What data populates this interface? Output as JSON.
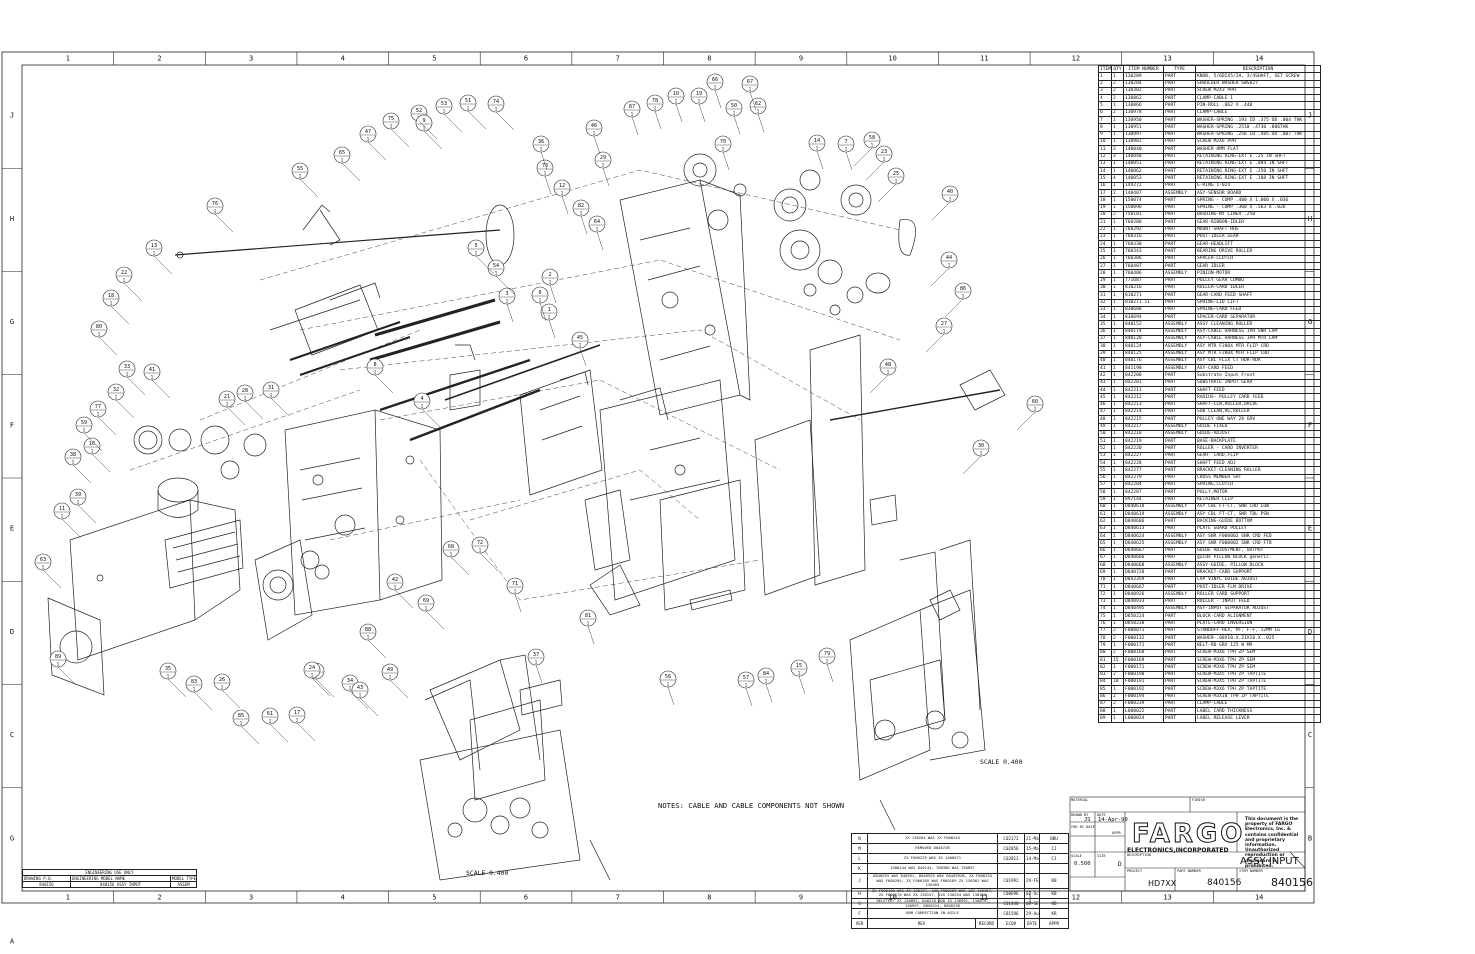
{
  "frame": {
    "columns_top": [
      "1",
      "2",
      "3",
      "4",
      "5",
      "6",
      "7",
      "8",
      "9",
      "10",
      "11",
      "12",
      "13",
      "14"
    ],
    "columns_bottom": [
      "1",
      "2",
      "3",
      "4",
      "5",
      "6",
      "7",
      "8",
      "9",
      "10",
      "11",
      "12",
      "13",
      "14"
    ],
    "rows_left": [
      "J",
      "H",
      "G",
      "F",
      "E",
      "D",
      "C",
      "G",
      "A"
    ],
    "rows_right": [
      "J",
      "H",
      "G",
      "F",
      "E",
      "D",
      "C",
      "B"
    ]
  },
  "notes": "NOTES: CABLE AND CABLE COMPONENTS NOT SHOWN",
  "scale_left": "SCALE 0.400",
  "scale_right": "SCALE 0.400",
  "callouts": [
    "76",
    "73",
    "13",
    "22",
    "18",
    "80",
    "33",
    "41",
    "32",
    "77",
    "59",
    "16",
    "38",
    "39",
    "11",
    "63",
    "89",
    "35",
    "83",
    "26",
    "85",
    "61",
    "17",
    "21",
    "28",
    "31",
    "20",
    "34",
    "47",
    "75",
    "55",
    "65",
    "52",
    "53",
    "51",
    "74",
    "36",
    "12",
    "82",
    "64",
    "5",
    "54",
    "9",
    "3",
    "4",
    "8",
    "2",
    "1",
    "6",
    "45",
    "72",
    "71",
    "37",
    "81",
    "56",
    "46",
    "29",
    "87",
    "78",
    "10",
    "19",
    "66",
    "67",
    "62",
    "50",
    "70",
    "57",
    "84",
    "15",
    "79",
    "48",
    "25",
    "23",
    "58",
    "7",
    "14",
    "44",
    "86",
    "27",
    "40",
    "30",
    "60",
    "49",
    "88",
    "42",
    "43",
    "24",
    "68",
    "69"
  ],
  "bom": {
    "headers": [
      "ITEM",
      "QTY",
      "ITEM NUMBER",
      "TYPE",
      "DESCRIPTION"
    ],
    "rows": [
      [
        "1",
        "1",
        "130209",
        "PART",
        "KNOB, 5/6DIX5/2H, 3/4SHAFT, SET SCREW"
      ],
      [
        "2",
        "2",
        "130284",
        "PART",
        "SHOULDER WASHER SWS827"
      ],
      [
        "3",
        "2",
        "130302",
        "PART",
        "SCREW M2X3 PPH"
      ],
      [
        "4",
        "2",
        "130862",
        "PART",
        "CLAMP-CABLE 1"
      ],
      [
        "5",
        "1",
        "130866",
        "PART",
        "PIN-ROLL .062 X .440"
      ],
      [
        "6",
        "2",
        "130978",
        "PART",
        "CLAMP-CABLE"
      ],
      [
        "7",
        "1",
        "130950",
        "PART",
        "WASHER-SPRING .193 ID .375 OD .004 THK"
      ],
      [
        "8",
        "1",
        "130951",
        "PART",
        "WASHER-SPRING .2510 .4730 .006THK"
      ],
      [
        "9",
        "1",
        "130997",
        "PART",
        "WASHER-SPRING .256 ID .485 OD .007 THK"
      ],
      [
        "10",
        "1",
        "130982",
        "PART",
        "SCREW M2X6 PPH"
      ],
      [
        "11",
        "3",
        "140040",
        "PART",
        "WASHER 8MM FLAT"
      ],
      [
        "12",
        "3",
        "140048",
        "PART",
        "RETAINING RING-EXT E .25 IN SHFT"
      ],
      [
        "13",
        "1",
        "140051",
        "PART",
        "RETAINING RING-EXT E .094 IN SHFT"
      ],
      [
        "14",
        "1",
        "140062",
        "PART",
        "RETAINING RING-EXT E .250 IN SHFT"
      ],
      [
        "15",
        "4",
        "140053",
        "PART",
        "RETAINING RING-EXT E .188 IN SHFT"
      ],
      [
        "16",
        "1",
        "149272",
        "PART",
        "E-RING 1-024"
      ],
      [
        "17",
        "2",
        "140407",
        "ASSEMBLY",
        "ASY-SENSOR BOARD"
      ],
      [
        "18",
        "1",
        "150074",
        "PART",
        "SPRING - COMP .480 X 1.000 X .036"
      ],
      [
        "19",
        "1",
        "150096",
        "PART",
        "SPRING - COMP .360 X .563 X .026"
      ],
      [
        "20",
        "2",
        "750181",
        "PART",
        "BUSHING-NY LINER .250"
      ],
      [
        "21",
        "1",
        "760288",
        "PART",
        "GEAR-RIBBON-IDLER"
      ],
      [
        "22",
        "1",
        "760292",
        "PART",
        "MOUNT-SHAFT RHS"
      ],
      [
        "23",
        "1",
        "760316",
        "PART",
        "POST-IDLER GEAR"
      ],
      [
        "24",
        "1",
        "760330",
        "PART",
        "GEAR-HEADLIFT"
      ],
      [
        "25",
        "1",
        "760343",
        "PART",
        "BEARING DRIVE ROLLER"
      ],
      [
        "26",
        "1",
        "760386",
        "PART",
        "SPACER-CLUTCH"
      ],
      [
        "27",
        "1",
        "760407",
        "PART",
        "GEAR IDLER"
      ],
      [
        "28",
        "1",
        "760406",
        "ASSEMBLY",
        "PINION-MOTOR"
      ],
      [
        "29",
        "1",
        "771687",
        "PART",
        "PULLEY GEAR COMBO"
      ],
      [
        "30",
        "1",
        "810216",
        "PART",
        "ROLLER-CARD IDLER"
      ],
      [
        "31",
        "1",
        "810271",
        "PART",
        "GEAR-CARD FEED SHAFT"
      ],
      [
        "32",
        "1",
        "810271.11",
        "PART",
        "SPRING-LID LIFT"
      ],
      [
        "33",
        "1",
        "830680",
        "PART",
        "SPRING-CARD FEED"
      ],
      [
        "34",
        "1",
        "830694",
        "PART",
        "SPACER-CARD SEPARATOR"
      ],
      [
        "35",
        "1",
        "840152",
        "ASSEMBLY",
        "ASSY CLEANING ROLLER"
      ],
      [
        "36",
        "1",
        "840174",
        "ASSEMBLY",
        "ASY-CABLE HARNESS 1PH SNR LAM"
      ],
      [
        "37",
        "1",
        "840120",
        "ASSEMBLY",
        "ASY-CABLE HARNESS 1PH MTR LAM"
      ],
      [
        "38",
        "1",
        "840124",
        "ASSEMBLY",
        "ASY MTR F200X MTR FLIP CRD"
      ],
      [
        "39",
        "1",
        "840125",
        "ASSEMBLY",
        "ASY MTR F200X MTR FLIP CRD"
      ],
      [
        "40",
        "1",
        "840176",
        "ASSEMBLY",
        "ASY CBL FLIX CT HDR-HDR"
      ],
      [
        "41",
        "1",
        "841198",
        "ASSEMBLY",
        "ASY-CARD FEED"
      ],
      [
        "42",
        "1",
        "842200",
        "PART",
        "Substrate Input Front"
      ],
      [
        "43",
        "1",
        "842201",
        "PART",
        "SUBSTRATE INPUT GEAR"
      ],
      [
        "44",
        "1",
        "842211",
        "PART",
        "SHAFT FEED"
      ],
      [
        "45",
        "1",
        "842212",
        "PART",
        "RADIUS- PULLEY CARD FEED"
      ],
      [
        "46",
        "1",
        "842213",
        "PART",
        "SHAFT-CLN,ROLLER,DRIVE"
      ],
      [
        "47",
        "1",
        "842214",
        "PART",
        "SUB CLEAN,RG,ROLLER"
      ],
      [
        "48",
        "1",
        "842215",
        "PART",
        "PULLEY ONE WAY 28 GRV"
      ],
      [
        "49",
        "1",
        "842217",
        "ASSEMBLY",
        "GUIDE FIXED"
      ],
      [
        "50",
        "1",
        "842218",
        "ASSEMBLY",
        "GUIDE-ADJUST"
      ],
      [
        "51",
        "1",
        "842219",
        "PART",
        "BASE-BACKPLATE"
      ],
      [
        "52",
        "1",
        "842220",
        "PART",
        "ROLLER - CARD INVERTER"
      ],
      [
        "53",
        "1",
        "842227",
        "PART",
        "GEAR- CARD,FLIP"
      ],
      [
        "54",
        "1",
        "842228",
        "PART",
        "SHAFT FEED ADJ"
      ],
      [
        "55",
        "1",
        "842277",
        "PART",
        "BRACKET-CLEANING ROLLER"
      ],
      [
        "56",
        "1",
        "842279",
        "PART",
        "CROSS MEMBER SHT"
      ],
      [
        "57",
        "1",
        "842284",
        "PART",
        "SPRING,CLUTCH"
      ],
      [
        "58",
        "1",
        "842287",
        "PART",
        "PULLY,MOTOR"
      ],
      [
        "59",
        "1",
        "897144",
        "PART",
        "RETAINER CLIP"
      ],
      [
        "60",
        "1",
        "D840618",
        "ASSEMBLY",
        "ASY CBL FT-CT, SNR CRD LOW"
      ],
      [
        "61",
        "1",
        "D840619",
        "ASSEMBLY",
        "ASY CBL FT-CT, SNR TBL PSN"
      ],
      [
        "62",
        "1",
        "D840606",
        "PART",
        "BACKING-GUIDE BOTTOM"
      ],
      [
        "63",
        "1",
        "D840613",
        "PART",
        "PLATE GUARD PULLEY"
      ],
      [
        "64",
        "1",
        "D840624",
        "ASSEMBLY",
        "ASY SNR F000002 SNR CRD FED"
      ],
      [
        "65",
        "1",
        "D840625",
        "ASSEMBLY",
        "ASY SNR F000002 SNR CRD FTB"
      ],
      [
        "66",
        "1",
        "D840667",
        "PART",
        "GUIDE ADJUSTMENT, OUTPUT"
      ],
      [
        "67",
        "1",
        "D840666",
        "PART",
        "guide PILLOW BLOCK generic"
      ],
      [
        "68",
        "1",
        "D840668",
        "ASSEMBLY",
        "ASSY-GUIDE, PILLOW BLOCK"
      ],
      [
        "69",
        "1",
        "D840720",
        "PART",
        "BRACKET-CARD SUPPORT"
      ],
      [
        "70",
        "1",
        "D842359",
        "PART",
        "CAP VINYL GUIDE ADJUST"
      ],
      [
        "71",
        "1",
        "D840667",
        "PART",
        "POST-IDLER FLM DRIVE"
      ],
      [
        "72",
        "1",
        "D840926",
        "ASSEMBLY",
        "ROLLER CARD SUPPORT"
      ],
      [
        "73",
        "1",
        "D840933",
        "PART",
        "ROLLER - INPUT FEED"
      ],
      [
        "74",
        "1",
        "D840495",
        "ASSEMBLY",
        "ASY-INPUT SEPARATOR ADJUST"
      ],
      [
        "75",
        "1",
        "D850224",
        "PART",
        "BLOCK-CARD ALIGNMENT"
      ],
      [
        "76",
        "1",
        "D850238",
        "PART",
        "PLATE-CARD INVERSION"
      ],
      [
        "77",
        "2",
        "F000071",
        "PART",
        "STANDOFF-HEX, MT, F-F, 12MM LG"
      ],
      [
        "78",
        "2",
        "F000132",
        "PART",
        "WASHER-.08X10.X.21X10.X..025"
      ],
      [
        "79",
        "1",
        "F000171",
        "PART",
        "BELT-RD GRV 125 W MR"
      ],
      [
        "80",
        "2",
        "F000168",
        "PART",
        "SCREW-M3X6 TPH ZP SEM"
      ],
      [
        "81",
        "15",
        "F000169",
        "PART",
        "SCREW-M3X6 TPH ZP SEM"
      ],
      [
        "82",
        "1",
        "F000171",
        "PART",
        "SCREW-M3X6 TPH ZP SEM"
      ],
      [
        "83",
        "2",
        "F000190",
        "PART",
        "SCREW-M3X5 TPH ZP TAPTITE"
      ],
      [
        "84",
        "10",
        "F000191",
        "PART",
        "SCREW-M3X5 TPH ZP TAPTITE"
      ],
      [
        "85",
        "1",
        "F000192",
        "PART",
        "SCREW-M3X6 TPH ZP TAPTITE"
      ],
      [
        "86",
        "2",
        "F000194",
        "PART",
        "SCREW-M3X10 TPH ZP TAPTITE"
      ],
      [
        "87",
        "2",
        "F000239",
        "PART",
        "CLAMP-CABLE"
      ],
      [
        "88",
        "1",
        "L000022",
        "PART",
        "LABEL CARD THICKNESS"
      ],
      [
        "89",
        "1",
        "L000024",
        "PART",
        "LABEL RELEASE LEVER"
      ]
    ]
  },
  "revisions": {
    "rows": [
      [
        "N",
        "ZX 130284 WAS ZX F000244",
        "C02172",
        "21-May-01",
        "BBU"
      ],
      [
        "M",
        "REMOVED D84072B",
        "C02056",
        "15-May-01",
        "CJ"
      ],
      [
        "L",
        "ZX F000229 WAS ZX 1400571",
        "C02013",
        "14-May-01",
        "CJ"
      ],
      [
        "K",
        "1400144 WAS 840144, 760386 WAS 760897",
        "",
        "",
        ""
      ],
      [
        "J",
        "D840593 WAS 840591, D840593 WAS D840592B, ZX F000234 WAS F000205, ZX F000169 WAS F000189 ZX 130302 WAS 130305",
        "C01992",
        "29-FEB-01",
        "KB"
      ],
      [
        "H",
        "ZX F000168 WAS ZX 130127, 1ZX F000169 WAS 1ZX 130157, ZX F000170 WAS ZX 130157, 1ZX 130254 WAS 130256",
        "C00696",
        "02-Oct-00",
        "KB"
      ],
      [
        "G",
        "DELETED: ZX 130892, 840220 ADD ZX 130991, 130679, 130997, D850224, D850238",
        "C01440",
        "08-SEP-00",
        "KB"
      ],
      [
        "F",
        "BOM CORRECTION IN AGILE",
        "C01596",
        "29-Aug-00",
        "KR"
      ]
    ],
    "footer": [
      "VER",
      "REV",
      "RECORD",
      "ECO#",
      "DATE",
      "APPR"
    ]
  },
  "reference_table": {
    "title": "ENGINEERING USE ONLY",
    "headers": [
      "DRAWING P.O.",
      "ENGINEERING MODEL NAME",
      "MODEL TYPE"
    ],
    "row": [
      "840156",
      "840156 ASSY INPUT",
      "ASSEM"
    ]
  },
  "title_block": {
    "company_line": "ELECTRONICS,INCORPORATED",
    "logo": "FARGO",
    "proprietary_note": "This document is the property of FARGO Electronics, Inc. & contains confidential and proprietary information. Unauthorized reproduction or disclosure is prohibited.",
    "labels": {
      "material": "MATERIAL",
      "finish": "FINISH",
      "drawn_by": "DRAWN BY",
      "date": "DATE",
      "checked_by": "CHK BY DATE",
      "approved": "APPR",
      "scale": "SCALE",
      "size": "SIZE",
      "description": "DESCRIPTION",
      "project": "PROJECT",
      "part_number": "PART NUMBER",
      "item_number": "ITEM NUMBER"
    },
    "values": {
      "drawn_by": "JS",
      "date": "14-Apr-99",
      "scale": "0.500",
      "size": "D",
      "description": "ASSY INPUT",
      "project": "HD7XX",
      "part_number": "840156",
      "item_number": "840156"
    }
  }
}
